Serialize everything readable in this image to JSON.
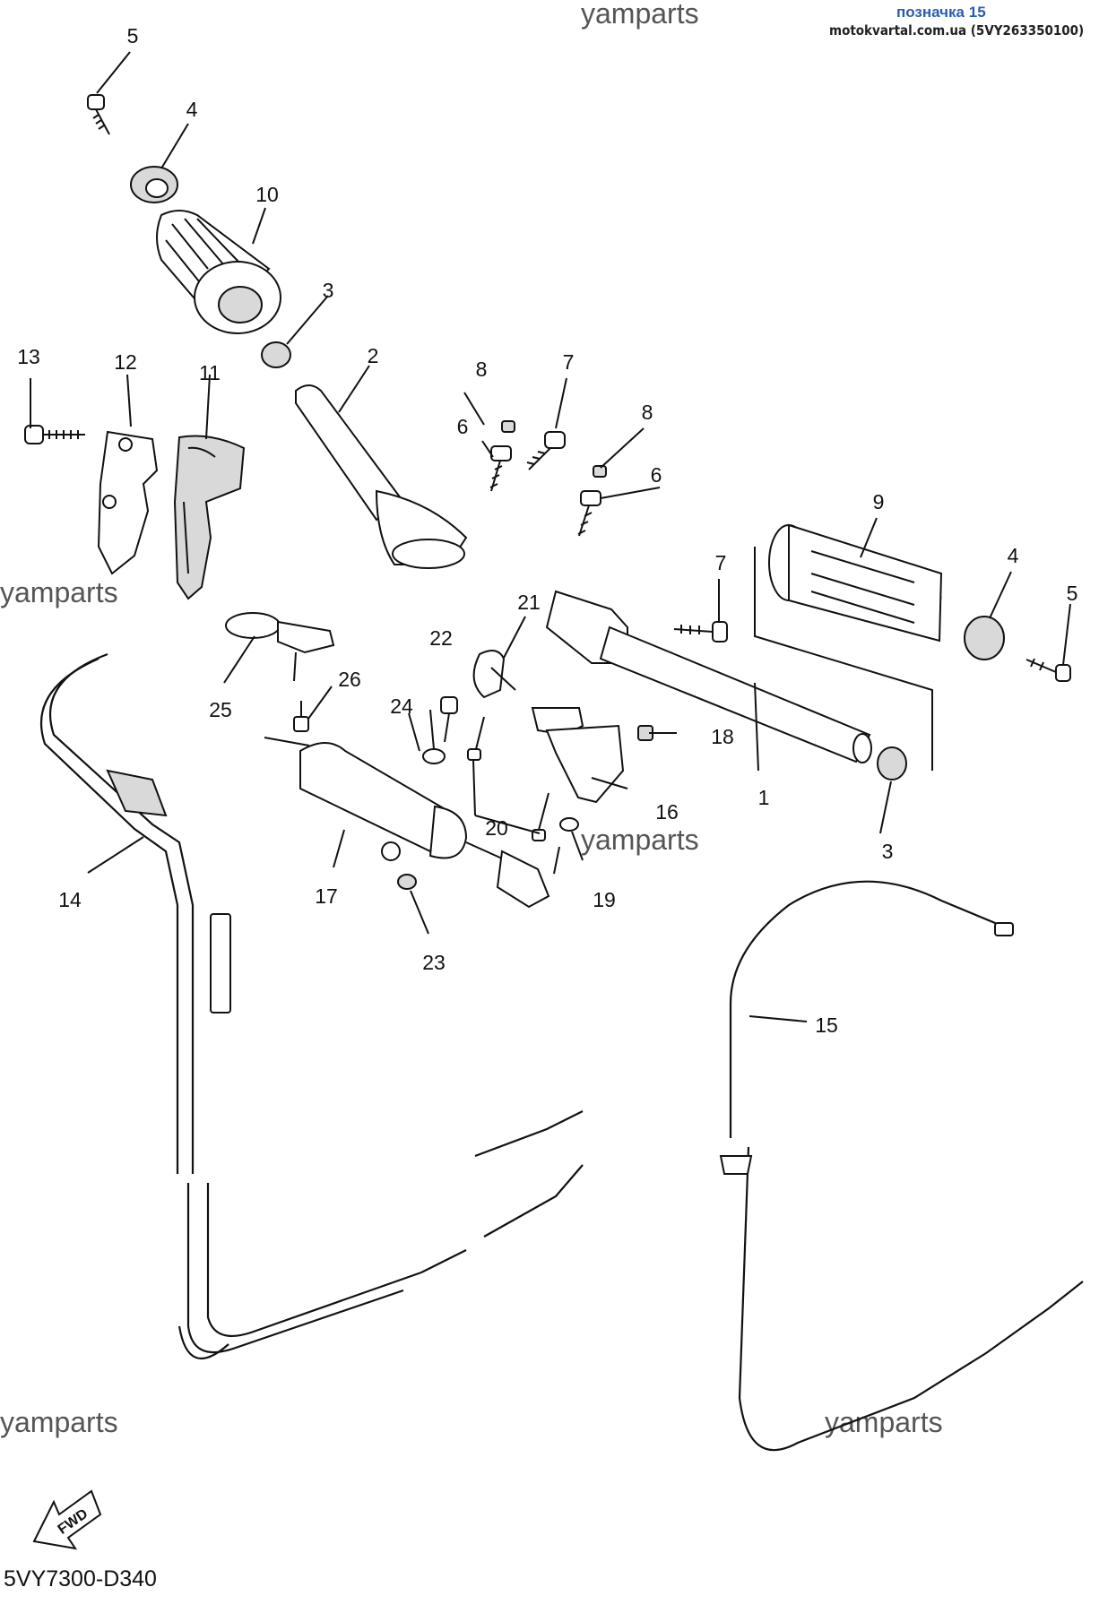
{
  "header": {
    "title": "позначка 15",
    "site": "motokvartal.com.ua (5VY263350100)"
  },
  "watermark": "yamparts",
  "diagram_code": "5VY7300-D340",
  "fwd_label": "FWD",
  "callouts": [
    "1",
    "2",
    "3",
    "4",
    "5",
    "6",
    "7",
    "8",
    "9",
    "10",
    "11",
    "12",
    "13",
    "14",
    "15",
    "16",
    "17",
    "18",
    "19",
    "20",
    "21",
    "22",
    "23",
    "24",
    "25",
    "26"
  ]
}
